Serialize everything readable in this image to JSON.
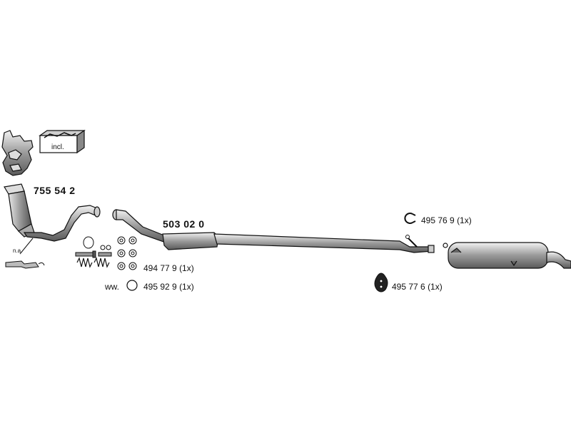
{
  "parts": {
    "catalytic_converter": {
      "number": "755 54 2"
    },
    "middle_silencer": {
      "number": "503 02 0"
    },
    "mounting_kit": {
      "number": "494 77 9",
      "qty": "(1x)"
    },
    "seal_ring": {
      "prefix": "ww.",
      "number": "495 92 9",
      "qty": "(1x)"
    },
    "clamp": {
      "number": "495 76 9",
      "qty": "(1x)"
    },
    "rubber_mount": {
      "number": "495 77 6",
      "qty": "(1x)"
    }
  },
  "notes": {
    "included": "incl.",
    "not_available": "n.a."
  }
}
